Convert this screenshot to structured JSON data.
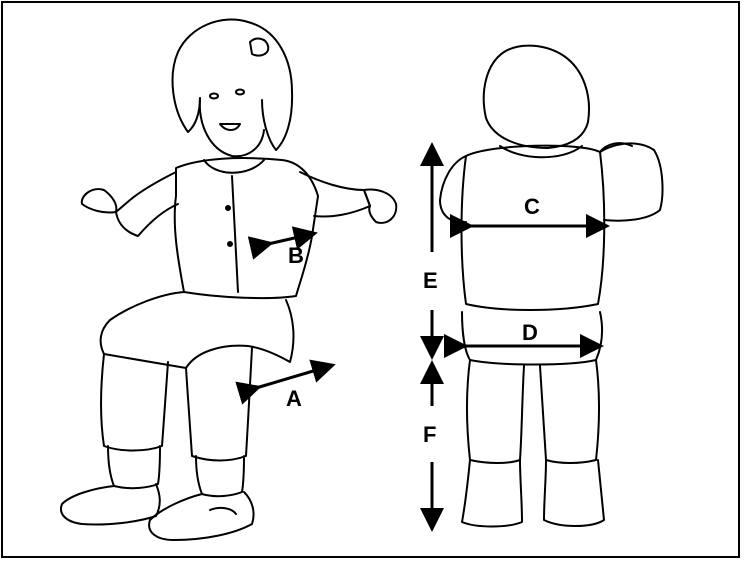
{
  "labels": {
    "a": "A",
    "b": "B",
    "c": "C",
    "d": "D",
    "e": "E",
    "f": "F"
  },
  "colors": {
    "ink": "#000000",
    "paper": "#ffffff"
  }
}
